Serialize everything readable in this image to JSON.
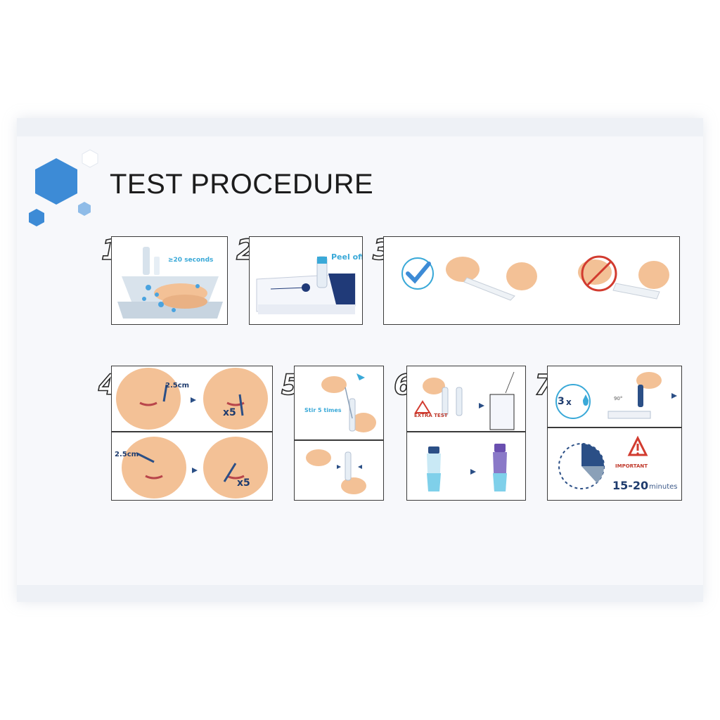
{
  "title": "TEST PROCEDURE",
  "colors": {
    "accent_blue": "#3d8bd6",
    "dark_blue": "#1f3c6e",
    "light_blue": "#3aa9d8",
    "warning_red": "#d23b2f",
    "skin": "#f3c196"
  },
  "steps": [
    {
      "number": "1",
      "label": "≥20 seconds",
      "icon": "hand-washing-icon"
    },
    {
      "number": "2",
      "label": "Peel off",
      "icon": "test-kit-box-icon"
    },
    {
      "number": "3",
      "icon": "swab-handling-icon"
    },
    {
      "number": "4",
      "depth_top": "2.5cm",
      "depth_bottom": "2.5cm",
      "rotations_top": "x5",
      "rotations_bottom": "x5",
      "icon": "nasal-swab-icon"
    },
    {
      "number": "5",
      "label": "Stir 5 times",
      "icon": "stir-swab-icon"
    },
    {
      "number": "6",
      "warning": "EXTRA TEST",
      "icon": "extraction-tube-icon"
    },
    {
      "number": "7",
      "drops": "3",
      "drops_mult": "x",
      "angle": "90°",
      "important": "IMPORTANT",
      "time": "15-20",
      "time_unit": "minutes",
      "icon": "timer-icon"
    }
  ]
}
